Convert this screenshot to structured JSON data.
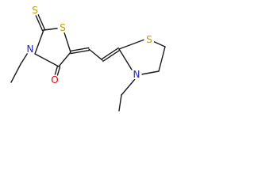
{
  "structure": {
    "atoms": {
      "s_exo": "S",
      "s_ring1": "S",
      "n_ring1": "N",
      "o_carbonyl": "O",
      "s_ring2": "S",
      "n_ring2": "N"
    },
    "colors": {
      "sulfur": "#b8a000",
      "nitrogen": "#2020d0",
      "oxygen": "#e00000",
      "bond": "#1a1a1a"
    }
  }
}
